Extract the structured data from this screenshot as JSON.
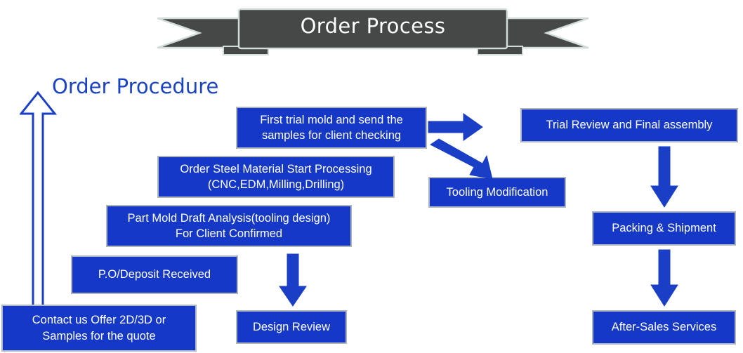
{
  "banner": {
    "title": "Order Process",
    "fill_color": "#454846",
    "edge_color": "#D2DCD8"
  },
  "heading": {
    "label": "Order Procedure",
    "color": "#1A43C4"
  },
  "theme": {
    "box_fill": "#1538C6",
    "box_border": "#AFB6C0",
    "box_text": "#FFFFFF",
    "arrow_color": "#1A43C4",
    "page_background": "#FFFFFF"
  },
  "steps": [
    {
      "id": "contact-us",
      "label": "Contact us Offer 2D/3D or\nSamples for the quote"
    },
    {
      "id": "po-deposit",
      "label": "P.O/Deposit Received"
    },
    {
      "id": "part-mold-draft",
      "label": "Part Mold Draft Analysis(tooling design)\nFor Client Confirmed"
    },
    {
      "id": "order-steel-material",
      "label": "Order Steel Material Start Processing\n(CNC,EDM,Milling,Drilling)"
    },
    {
      "id": "first-trial-mold",
      "label": "First trial mold and send the\nsamples for client checking"
    },
    {
      "id": "design-review",
      "label": "Design Review"
    },
    {
      "id": "tooling-modification",
      "label": "Tooling Modification"
    },
    {
      "id": "trial-review",
      "label": "Trial Review and Final assembly"
    },
    {
      "id": "packing-shipment",
      "label": "Packing & Shipment"
    },
    {
      "id": "after-sales",
      "label": "After-Sales Services"
    }
  ],
  "connectors": [
    {
      "id": "up-procedure-arrow",
      "icon": "arrow-up-outline-icon"
    },
    {
      "id": "first-trial-to-trial-review",
      "icon": "arrow-right-icon"
    },
    {
      "id": "first-trial-to-tooling-modification",
      "icon": "arrow-down-right-icon"
    },
    {
      "id": "order-steel-to-design-review",
      "icon": "arrow-down-icon"
    },
    {
      "id": "trial-review-to-packing",
      "icon": "arrow-down-icon"
    },
    {
      "id": "packing-to-after-sales",
      "icon": "arrow-down-icon"
    }
  ]
}
